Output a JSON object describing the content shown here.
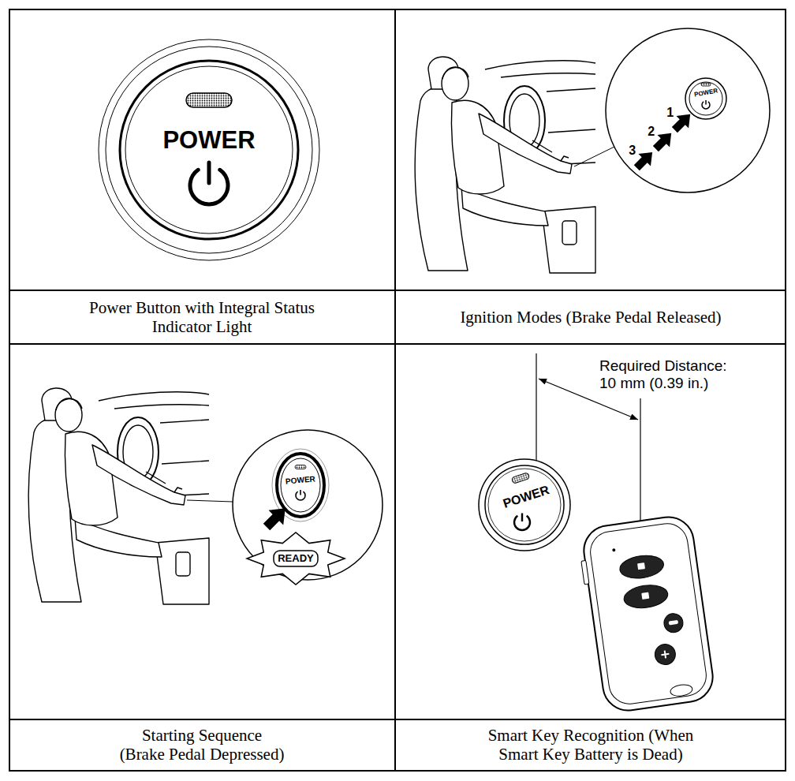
{
  "diagram": {
    "labels": [
      "POWER",
      "Power Button with Integral Status Indicator Light",
      "1",
      "2",
      "3",
      "POWER",
      "Ignition Modes (Brake Pedal Released)",
      "POWER",
      "READY",
      "Starting Sequence (Brake Pedal Depressed)",
      "Required Distance: 10 mm (0.39 in.)",
      "POWER",
      "Smart Key Recognition (When Smart Key Battery is Dead)"
    ]
  }
}
